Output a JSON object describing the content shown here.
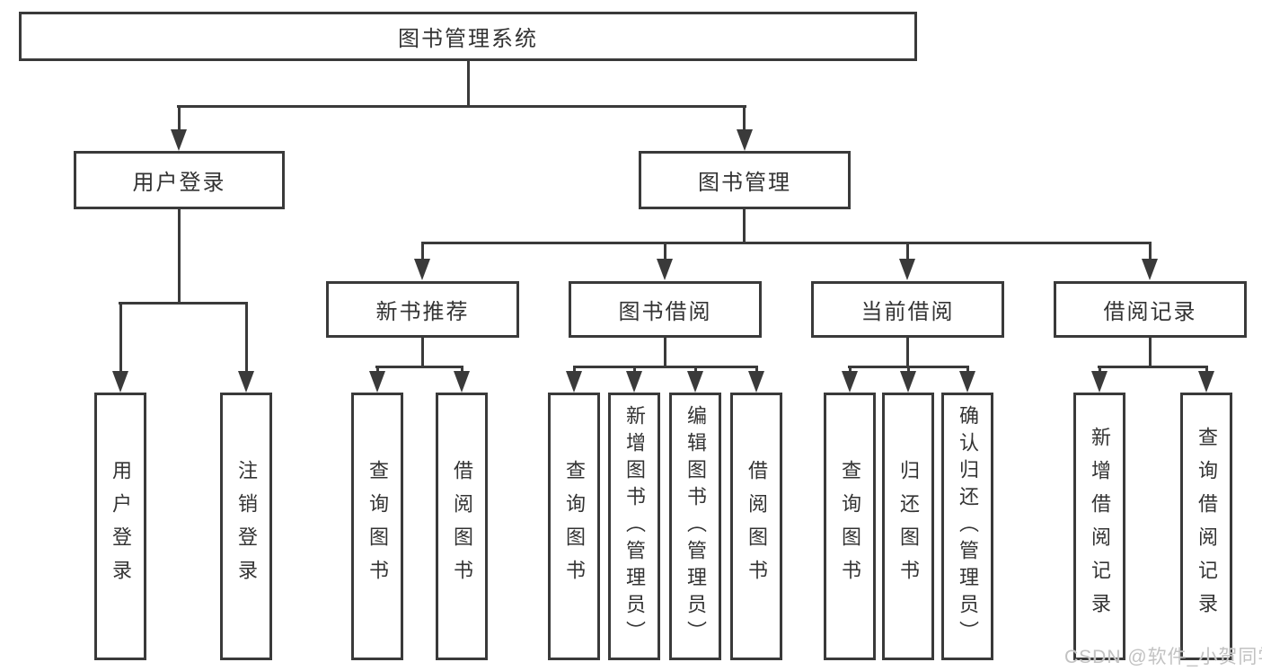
{
  "diagram": {
    "title": "图书管理系统",
    "colors": {
      "line": "#3a3a3a",
      "text": "#333333",
      "background": "#ffffff",
      "watermark_text": "#c2c2c2"
    },
    "tree": {
      "root": "图书管理系统",
      "user_login": "用户登录",
      "book_management": "图书管理",
      "new_book_recommend": "新书推荐",
      "book_borrow": "图书借阅",
      "current_borrow": "当前借阅",
      "borrow_records": "借阅记录",
      "leaves": {
        "user_login": [
          "用户登录",
          "注销登录"
        ],
        "new_book_recommend": [
          "查询图书",
          "借阅图书"
        ],
        "book_borrow": [
          "查询图书",
          "新增图书（管理员）",
          "编辑图书（管理员）",
          "借阅图书"
        ],
        "current_borrow": [
          "查询图书",
          "归还图书",
          "确认归还（管理员）"
        ],
        "borrow_records": [
          "新增借阅记录",
          "查询借阅记录"
        ]
      }
    },
    "watermark": "CSDN @软件_小贺同学"
  }
}
